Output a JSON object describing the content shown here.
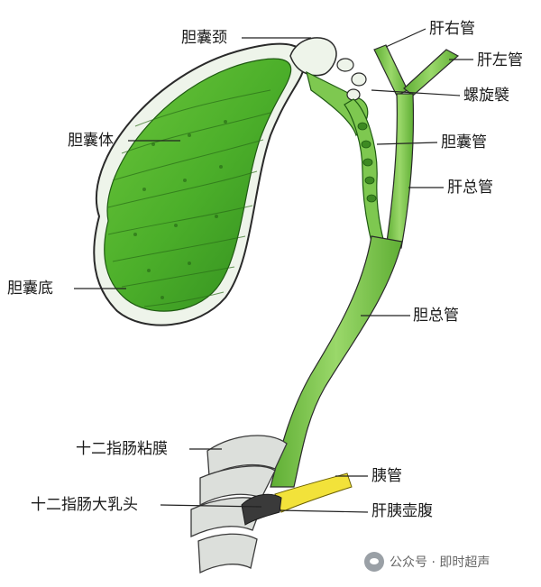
{
  "labels": {
    "gallbladder_neck": "胆囊颈",
    "right_hepatic_duct": "肝右管",
    "left_hepatic_duct": "肝左管",
    "spiral_fold": "螺旋襞",
    "gallbladder_body": "胆囊体",
    "cystic_duct": "胆囊管",
    "common_hepatic_duct": "肝总管",
    "gallbladder_fundus": "胆囊底",
    "common_bile_duct": "胆总管",
    "duodenal_mucosa": "十二指肠粘膜",
    "pancreatic_duct": "胰管",
    "major_duodenal_papilla": "十二指肠大乳头",
    "hepatopancreatic_ampulla": "肝胰壶腹"
  },
  "watermark": {
    "icon": "wechat-icon",
    "text": "公众号 · 即时超声"
  },
  "colors": {
    "organ_green": "#4caf2a",
    "organ_dark": "#2f7a1a",
    "duct_green": "#7ec850",
    "pancreatic_yellow": "#f2e23a",
    "mucosa_gray": "#d9dcd8"
  }
}
